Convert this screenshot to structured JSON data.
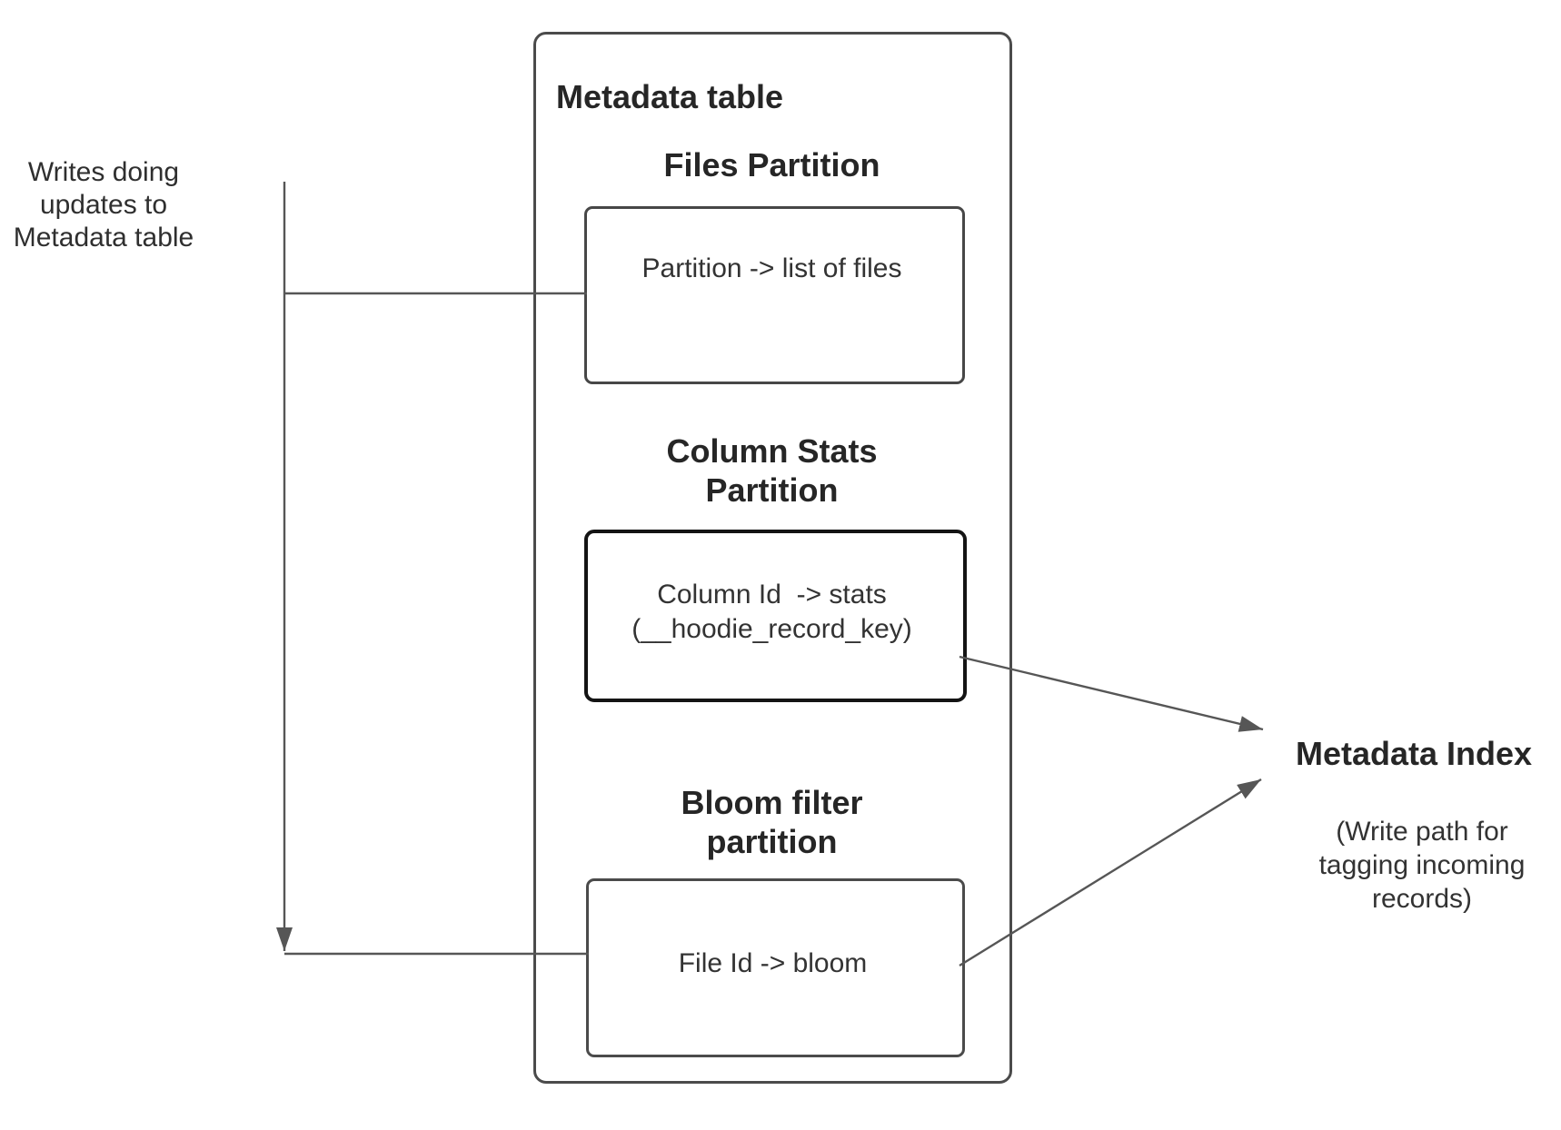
{
  "colors": {
    "background": "#ffffff",
    "box_border": "#4b4b4b",
    "strong_box_border": "#141414",
    "connector": "#565656",
    "text": "#2e2e2e"
  },
  "left_note": {
    "text": "Writes doing\nupdates to\nMetadata table"
  },
  "metadata_table": {
    "title": "Metadata table",
    "files_partition": {
      "heading": "Files Partition",
      "body": "Partition -> list of files"
    },
    "column_stats_partition": {
      "heading": "Column Stats\nPartition",
      "body": "Column Id  -> stats\n(__hoodie_record_key)"
    },
    "bloom_filter_partition": {
      "heading": "Bloom filter\npartition",
      "body": "File Id -> bloom"
    }
  },
  "metadata_index": {
    "title": "Metadata Index",
    "subtitle": "(Write path for\ntagging incoming\nrecords)"
  }
}
